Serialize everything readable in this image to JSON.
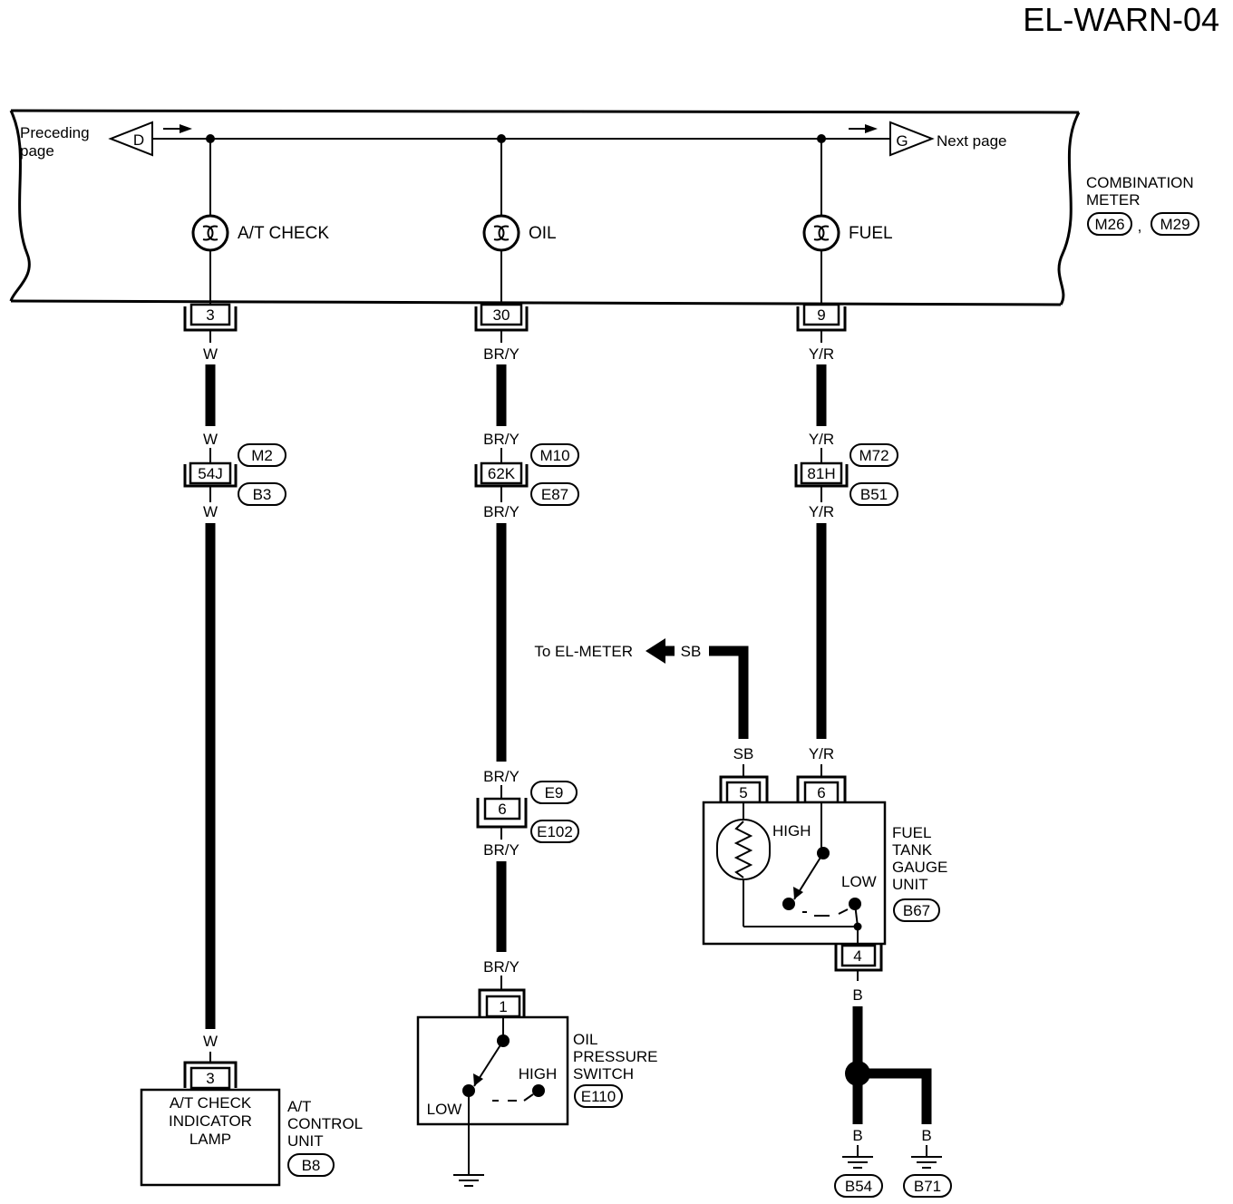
{
  "page_title": "EL-WARN-04",
  "meter": {
    "name_line1": "COMBINATION",
    "name_line2": "METER",
    "connector1": "M26",
    "separator": ",",
    "connector2": "M29",
    "preceding_line1": "Preceding",
    "preceding_line2": "page",
    "preceding_tag": "D",
    "next_label": "Next page",
    "next_tag": "G"
  },
  "lamps": {
    "at_check": "A/T CHECK",
    "oil": "OIL",
    "fuel": "FUEL"
  },
  "circuit_at": {
    "meter_pin": "3",
    "wire_color": "W",
    "joint_pin": "54J",
    "joint_conn_top": "M2",
    "joint_conn_bottom": "B3",
    "unit_pin": "3",
    "unit_box_line1": "A/T CHECK",
    "unit_box_line2": "INDICATOR",
    "unit_box_line3": "LAMP",
    "unit_line1": "A/T",
    "unit_line2": "CONTROL",
    "unit_line3": "UNIT",
    "unit_conn": "B8"
  },
  "circuit_oil": {
    "meter_pin": "30",
    "wire_color": "BR/Y",
    "joint_pin": "62K",
    "joint_conn_top": "M10",
    "joint_conn_bottom": "E87",
    "joint2_pin": "6",
    "joint2_conn_top": "E9",
    "joint2_conn_bottom": "E102",
    "switch_pin": "1",
    "switch_high": "HIGH",
    "switch_low": "LOW",
    "switch_line1": "OIL",
    "switch_line2": "PRESSURE",
    "switch_line3": "SWITCH",
    "switch_conn": "E110"
  },
  "circuit_fuel": {
    "meter_pin": "9",
    "wire_color": "Y/R",
    "joint_pin": "81H",
    "joint_conn_top": "M72",
    "joint_conn_bottom": "B51",
    "to_meter": "To EL-METER",
    "sb_wire": "SB",
    "gauge_pin_sb": "5",
    "gauge_pin_yr": "6",
    "gauge_high": "HIGH",
    "gauge_low": "LOW",
    "gauge_line1": "FUEL",
    "gauge_line2": "TANK",
    "gauge_line3": "GAUGE",
    "gauge_line4": "UNIT",
    "gauge_conn": "B67",
    "gauge_ground_pin": "4",
    "ground_wire": "B",
    "ground1": "B54",
    "ground2": "B71"
  }
}
